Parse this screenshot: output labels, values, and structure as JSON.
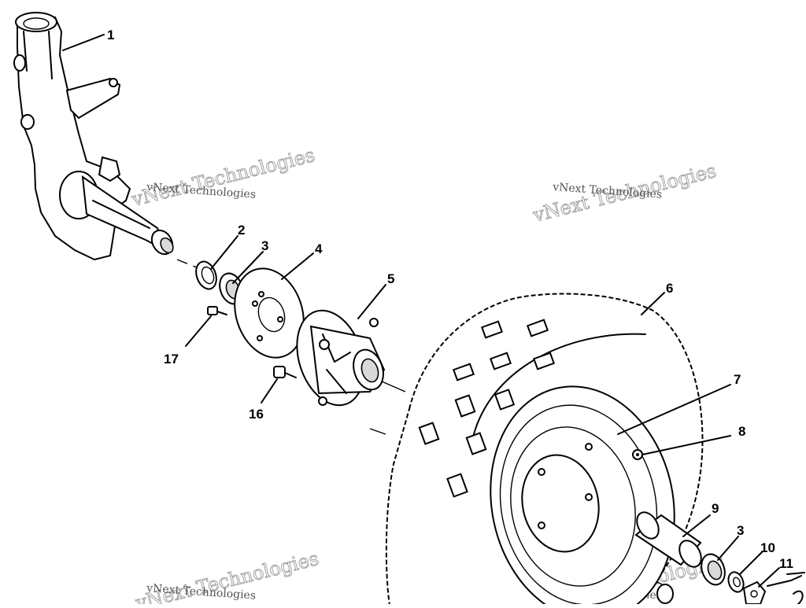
{
  "diagram": {
    "watermark_small": "vNext Technologies",
    "watermark_big": "vNext Technologies",
    "callouts": {
      "c1": "1",
      "c2": "2",
      "c3a": "3",
      "c4": "4",
      "c5": "5",
      "c6": "6",
      "c7": "7",
      "c8": "8",
      "c9": "9",
      "c3b": "3",
      "c10": "10",
      "c11": "11",
      "c16": "16",
      "c17": "17"
    }
  }
}
